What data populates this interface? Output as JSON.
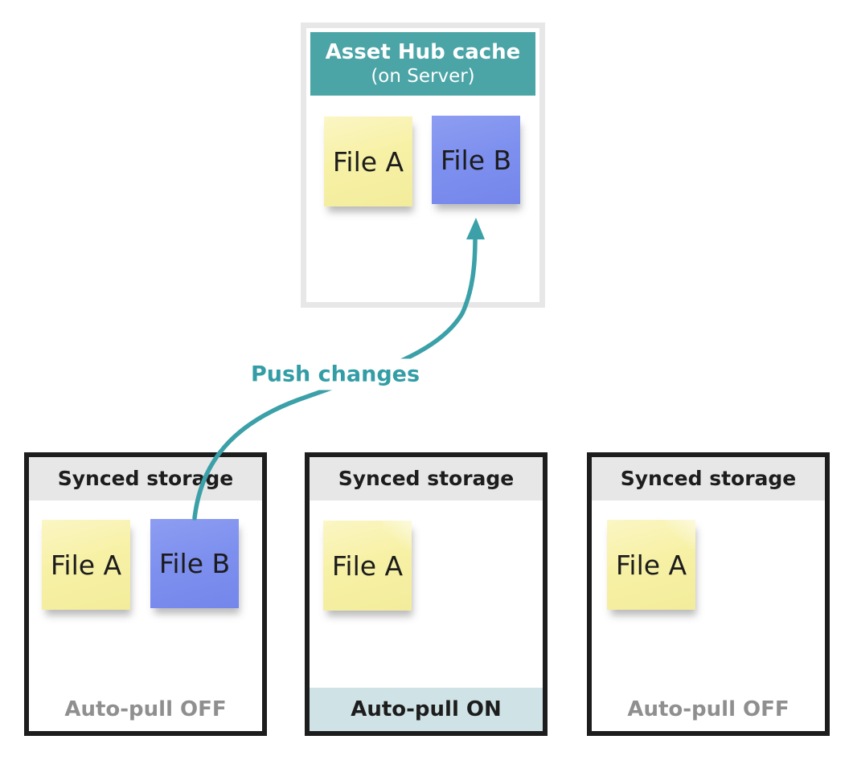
{
  "hub": {
    "title": "Asset Hub cache",
    "subtitle": "(on Server)",
    "files": [
      "File A",
      "File B"
    ]
  },
  "arrow": {
    "label": "Push changes"
  },
  "storages": [
    {
      "title": "Synced storage",
      "files": [
        "File A",
        "File B"
      ],
      "footer": "Auto-pull OFF"
    },
    {
      "title": "Synced storage",
      "files": [
        "File A"
      ],
      "footer": "Auto-pull ON"
    },
    {
      "title": "Synced storage",
      "files": [
        "File A"
      ],
      "footer": "Auto-pull OFF"
    }
  ],
  "colors": {
    "teal_header": "#4ba4a6",
    "arrow_teal": "#3ba0a8",
    "label_teal": "#339da6",
    "yellow_sticky": "#f6f0a4",
    "blue_sticky": "#7d8fee",
    "header_band_gray": "#e7e7e7",
    "hub_border_gray": "#e7e7e7",
    "storage_border_black": "#1d1d1d",
    "autopull_on_band": "#cfe3e6",
    "autopull_off_text": "#8f8f8f",
    "sticky_text": "#1c1c1c"
  }
}
